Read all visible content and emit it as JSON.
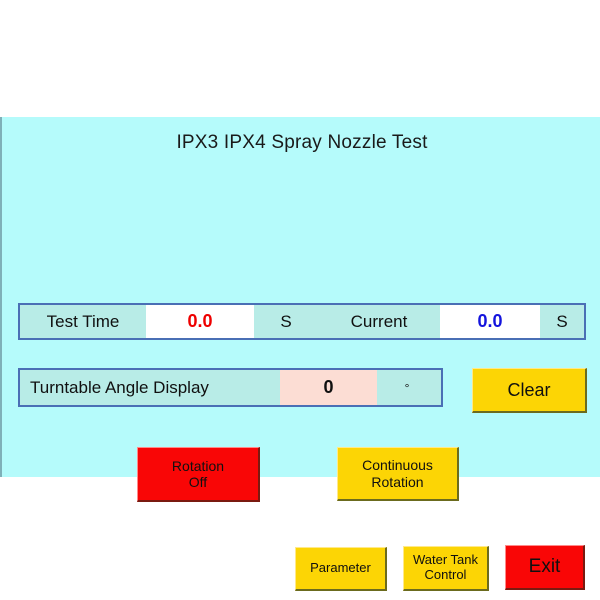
{
  "panel": {
    "title": "IPX3 IPX4 Spray Nozzle Test",
    "background_color": "#b5fbfb"
  },
  "timers": {
    "test_time": {
      "label": "Test Time",
      "value": "0.0",
      "unit": "S",
      "value_color": "#ee0000"
    },
    "current": {
      "label": "Current",
      "value": "0.0",
      "unit": "S",
      "value_color": "#1414dd"
    }
  },
  "turntable": {
    "label": "Turntable Angle Display",
    "value": "0",
    "unit": "°",
    "value_background": "#fcddd4"
  },
  "buttons": {
    "clear": {
      "label": "Clear",
      "color": "#fcd505"
    },
    "rotation_off": {
      "line1": "Rotation",
      "line2": "Off",
      "color": "#f90606"
    },
    "continuous_rotation": {
      "line1": "Continuous",
      "line2": "Rotation",
      "color": "#fcd505"
    },
    "parameter": {
      "label": "Parameter",
      "color": "#fcd505"
    },
    "water_tank_control": {
      "line1": "Water Tank",
      "line2": "Control",
      "color": "#fcd505"
    },
    "exit": {
      "label": "Exit",
      "color": "#f90606"
    }
  }
}
